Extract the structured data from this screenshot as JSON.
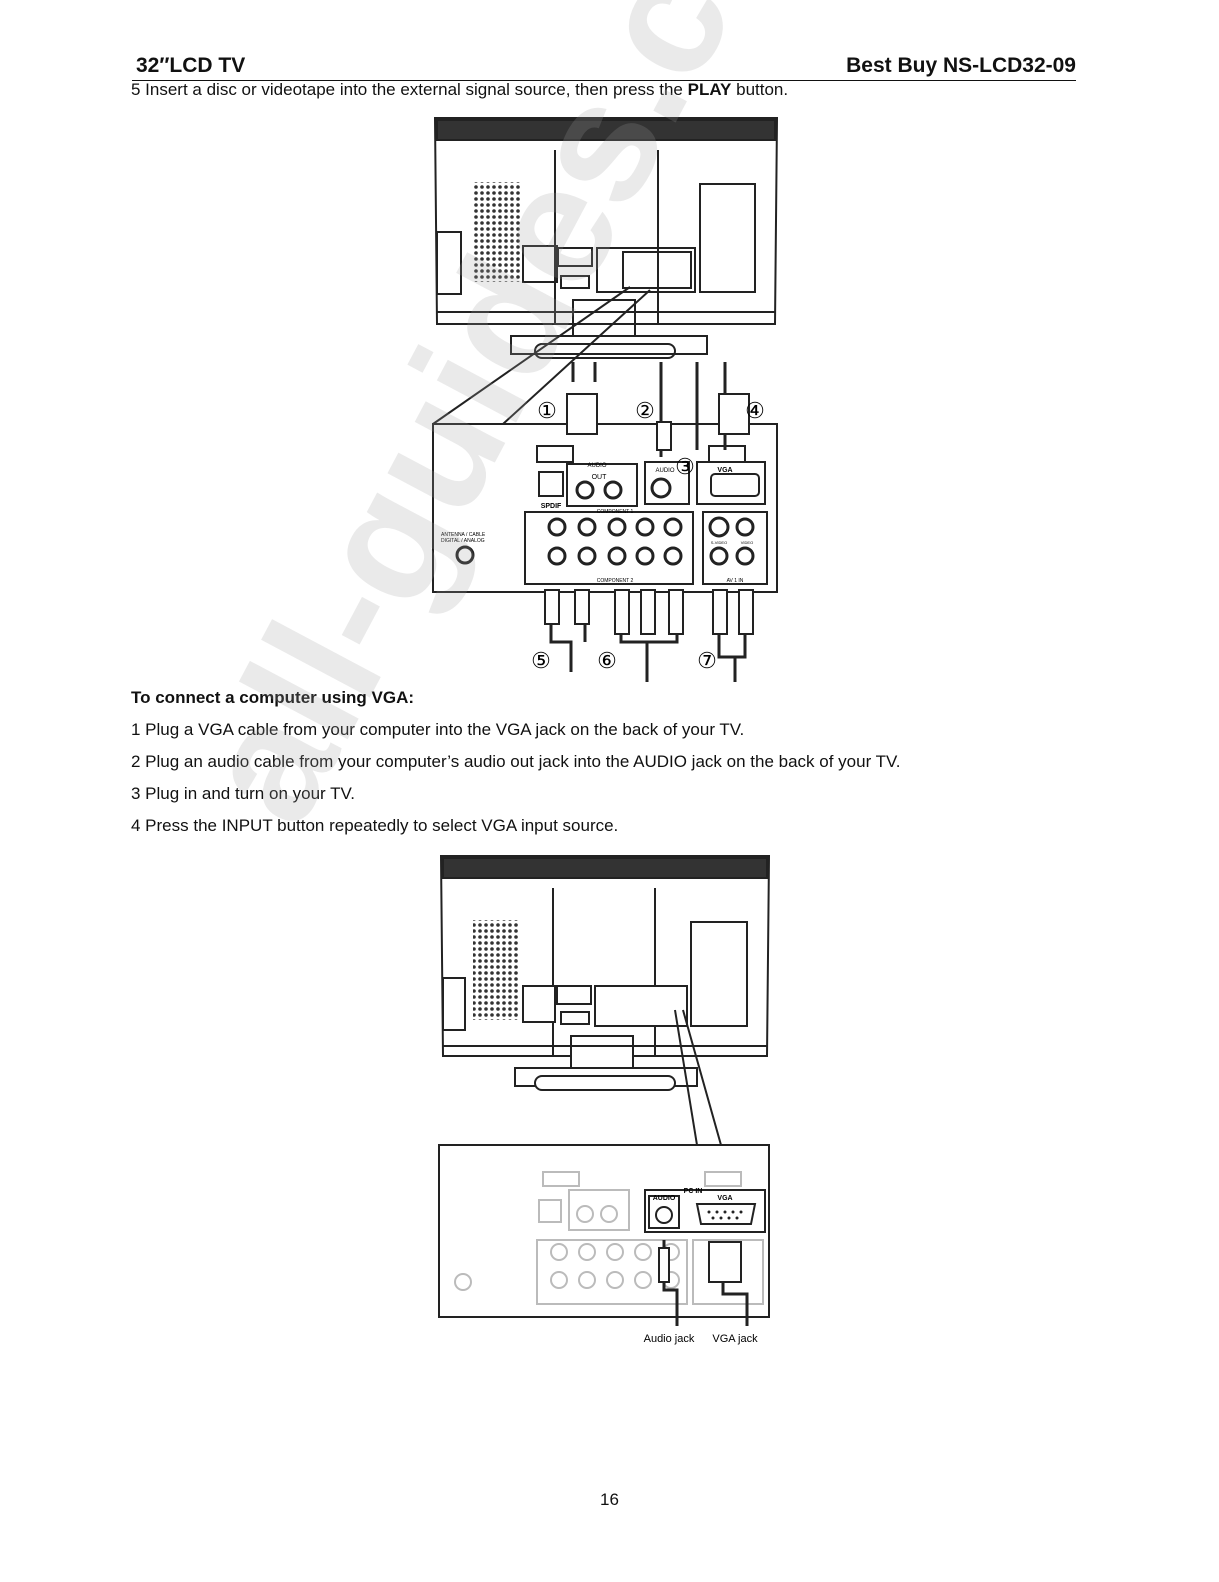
{
  "header": {
    "left": "32″LCD TV",
    "right": "Best Buy NS-LCD32-09"
  },
  "step5": {
    "prefix": "5 Insert a disc or videotape into the external signal source, then press the ",
    "bold": "PLAY",
    "suffix": " button."
  },
  "figure1": {
    "callouts": [
      "①",
      "②",
      "③",
      "④",
      "⑤",
      "⑥",
      "⑦"
    ],
    "labels": {
      "audio": "AUDIO",
      "out": "OUT",
      "spdif": "SPDIF",
      "vga": "VGA",
      "audio_in": "AUDIO",
      "component1": "COMPONENT 1",
      "component2": "COMPONENT 2",
      "antenna": "ANTENNA / CABLE",
      "antenna2": "DIGITAL / ANALOG",
      "av1in": "AV 1 IN",
      "svideo": "S-VIDEO",
      "video": "VIDEO"
    }
  },
  "section": {
    "heading": "To connect a computer using VGA:",
    "steps": [
      "1 Plug a VGA cable from your computer into the VGA jack on the back of your TV.",
      "2 Plug an audio cable from your computer’s audio out jack into the AUDIO jack on the back of your TV.",
      "3 Plug in and turn on your TV.",
      "4 Press the INPUT button repeatedly to select VGA input source."
    ]
  },
  "figure2": {
    "labels": {
      "pcin": "PC IN",
      "audio": "AUDIO",
      "vga": "VGA",
      "audio_jack": "Audio jack",
      "vga_jack": "VGA jack"
    }
  },
  "watermark": "all-guides.com",
  "page_number": "16"
}
